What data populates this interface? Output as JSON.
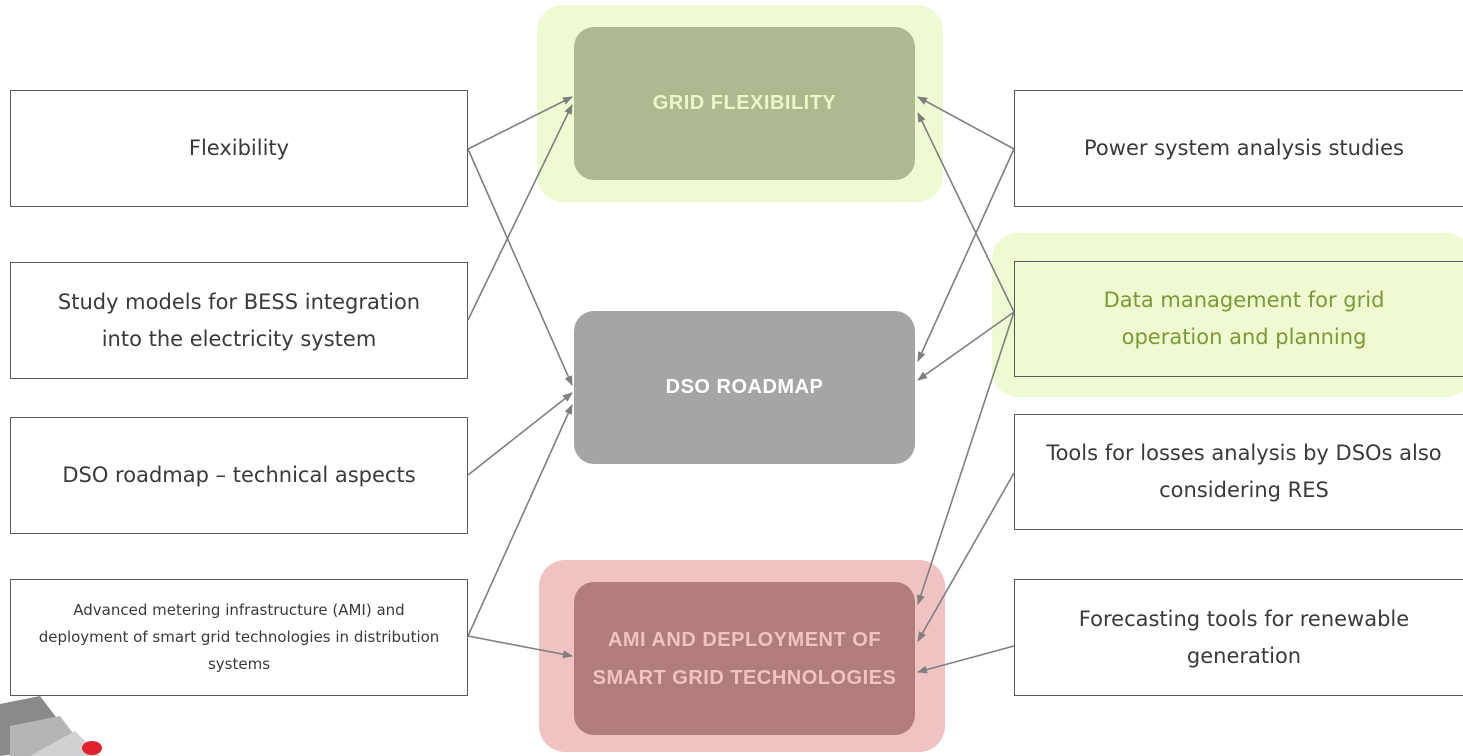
{
  "hubs": {
    "flexibility": {
      "label": "GRID FLEXIBILITY",
      "fill": "#adb98f",
      "text_color": "#eaf7c6",
      "glow": "#effad3"
    },
    "roadmap": {
      "label": "DSO ROADMAP",
      "fill": "#a5a5a5",
      "text_color": "#ffffff"
    },
    "ami": {
      "label": "AMI AND DEPLOYMENT OF SMART GRID TECHNOLOGIES",
      "fill": "#b07c7c",
      "text_color": "#f1c2c2",
      "glow": "#f1c2c2"
    }
  },
  "left_topics": [
    {
      "id": "flexibility",
      "label": "Flexibility"
    },
    {
      "id": "bess",
      "label": "Study models for BESS integration into the electricity system"
    },
    {
      "id": "dso_roadmap",
      "label": "DSO roadmap – technical aspects"
    },
    {
      "id": "ami",
      "label": "Advanced metering infrastructure (AMI) and deployment of smart grid technologies in distribution systems"
    }
  ],
  "right_topics": [
    {
      "id": "power_system",
      "label": "Power system analysis studies"
    },
    {
      "id": "data_mgmt",
      "label": "Data management for grid operation and planning",
      "text_color": "#7a9a32",
      "glow": "#effad3"
    },
    {
      "id": "losses",
      "label": "Tools for losses analysis by DSOs also considering RES"
    },
    {
      "id": "forecasting",
      "label": "Forecasting tools for renewable generation"
    }
  ],
  "connections": [
    [
      "flexibility",
      "flexibility"
    ],
    [
      "flexibility",
      "roadmap"
    ],
    [
      "bess",
      "flexibility"
    ],
    [
      "dso_roadmap",
      "roadmap"
    ],
    [
      "ami",
      "roadmap"
    ],
    [
      "ami",
      "ami"
    ],
    [
      "power_system",
      "flexibility"
    ],
    [
      "power_system",
      "roadmap"
    ],
    [
      "data_mgmt",
      "flexibility"
    ],
    [
      "data_mgmt",
      "roadmap"
    ],
    [
      "data_mgmt",
      "ami"
    ],
    [
      "losses",
      "ami"
    ],
    [
      "forecasting",
      "ami"
    ]
  ],
  "colors": {
    "arrow": "#7f7f7f",
    "box_border": "#595959"
  }
}
